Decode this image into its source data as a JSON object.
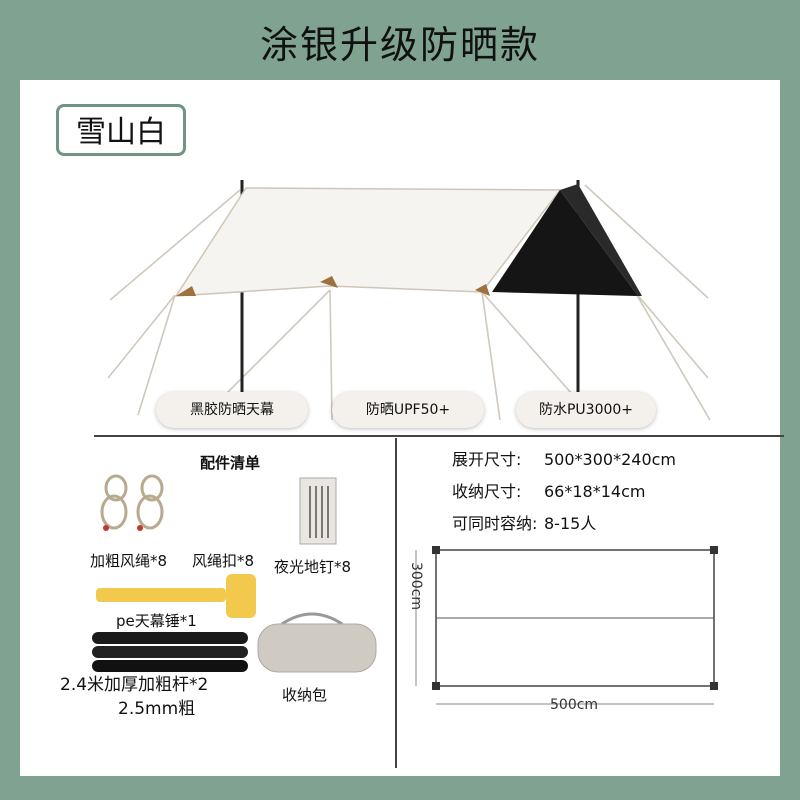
{
  "page_title": "涂银升级防晒款",
  "color_badge": "雪山白",
  "feature_tags": [
    "黑胶防晒天幕",
    "防晒UPF50+",
    "防水PU3000+"
  ],
  "accessories": {
    "title": "配件清单",
    "items": {
      "rope": "加粗风绳*8",
      "buckle": "风绳扣*8",
      "stakes": "夜光地钉*8",
      "hammer": "pe天幕锤*1",
      "poles_line1": "2.4米加厚加粗杆*2",
      "poles_line2": "2.5mm粗",
      "bag": "收纳包"
    }
  },
  "specs": [
    {
      "key": "展开尺寸:",
      "value": "500*300*240cm"
    },
    {
      "key": "收纳尺寸:",
      "value": "66*18*14cm"
    },
    {
      "key": "可同时容纳:",
      "value": "8-15人"
    }
  ],
  "diagram": {
    "width_label": "500cm",
    "height_label": "300cm"
  },
  "colors": {
    "background": "#7fa291",
    "badge_border": "#6e9582",
    "hammer": "#f2c94c"
  }
}
